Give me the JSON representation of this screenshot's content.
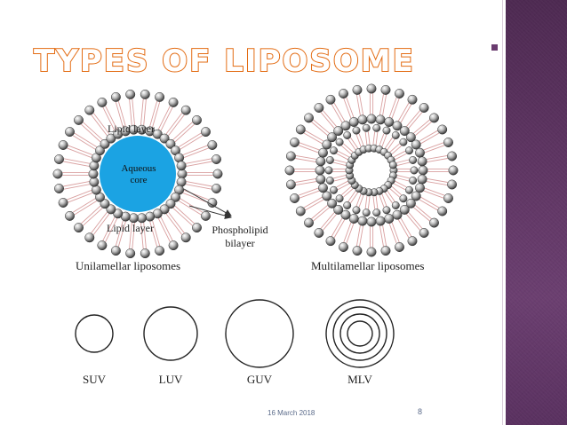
{
  "slide": {
    "title": "TYPES OF LIPOSOME",
    "footer_date": "16 March 2018",
    "page_number": "8"
  },
  "diagram": {
    "unilamellar": {
      "outer_label": "Lipid layer",
      "inner_label": "Lipid layer",
      "core_label_line1": "Aqueous",
      "core_label_line2": "core",
      "bilayer_label_line1": "Phospholipid",
      "bilayer_label_line2": "bilayer",
      "caption": "Unilamellar liposomes"
    },
    "multilamellar": {
      "caption": "Multilamellar liposomes"
    },
    "vesicles": [
      {
        "label": "SUV",
        "rings": 1
      },
      {
        "label": "LUV",
        "rings": 1
      },
      {
        "label": "GUV",
        "rings": 1
      },
      {
        "label": "MLV",
        "rings": 4
      }
    ]
  },
  "colors": {
    "title_outline": "#e36b12",
    "aqueous_core": "#1ba3e3",
    "sidebar": "#5d3461",
    "lipid_tail": "#d9a0a0"
  }
}
